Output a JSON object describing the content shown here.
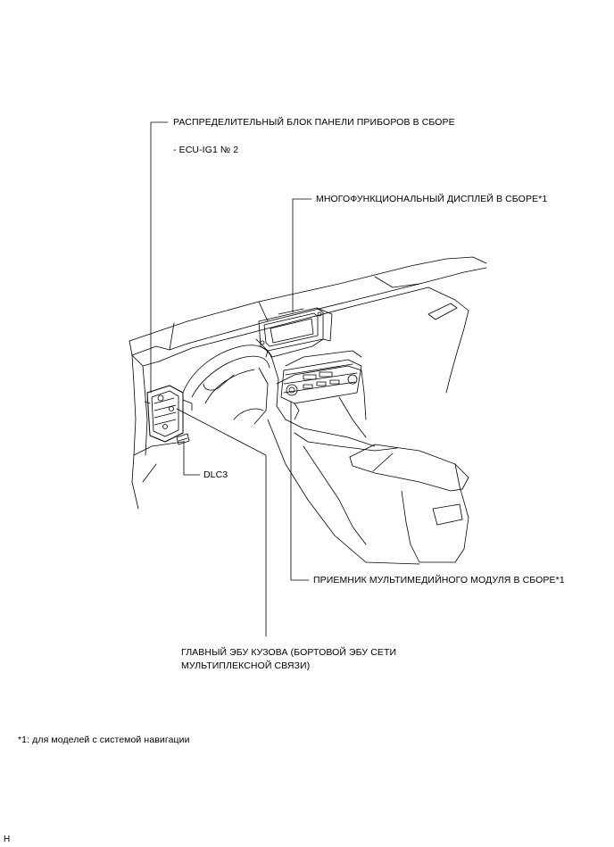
{
  "labels": {
    "junction_block": "РАСПРЕДЕЛИТЕЛЬНЫЙ БЛОК ПАНЕЛИ ПРИБОРОВ В СБОРЕ",
    "ecu_ig1": "- ECU-IG1 № 2",
    "multi_display": "МНОГОФУНКЦИОНАЛЬНЫЙ ДИСПЛЕЙ В СБОРЕ*1",
    "dlc3": "DLC3",
    "radio_receiver": "ПРИЕМНИК МУЛЬТИМЕДИЙНОГО МОДУЛЯ В СБОРЕ*1",
    "main_body_ecu_line1": "ГЛАВНЫЙ ЭБУ КУЗОВА (БОРТОВОЙ ЭБУ СЕТИ",
    "main_body_ecu_line2": "МУЛЬТИПЛЕКСНОЙ СВЯЗИ)"
  },
  "footnote": "*1: для моделей с системой навигации",
  "corner_mark": "H",
  "colors": {
    "line": "#000000",
    "background": "#ffffff"
  }
}
